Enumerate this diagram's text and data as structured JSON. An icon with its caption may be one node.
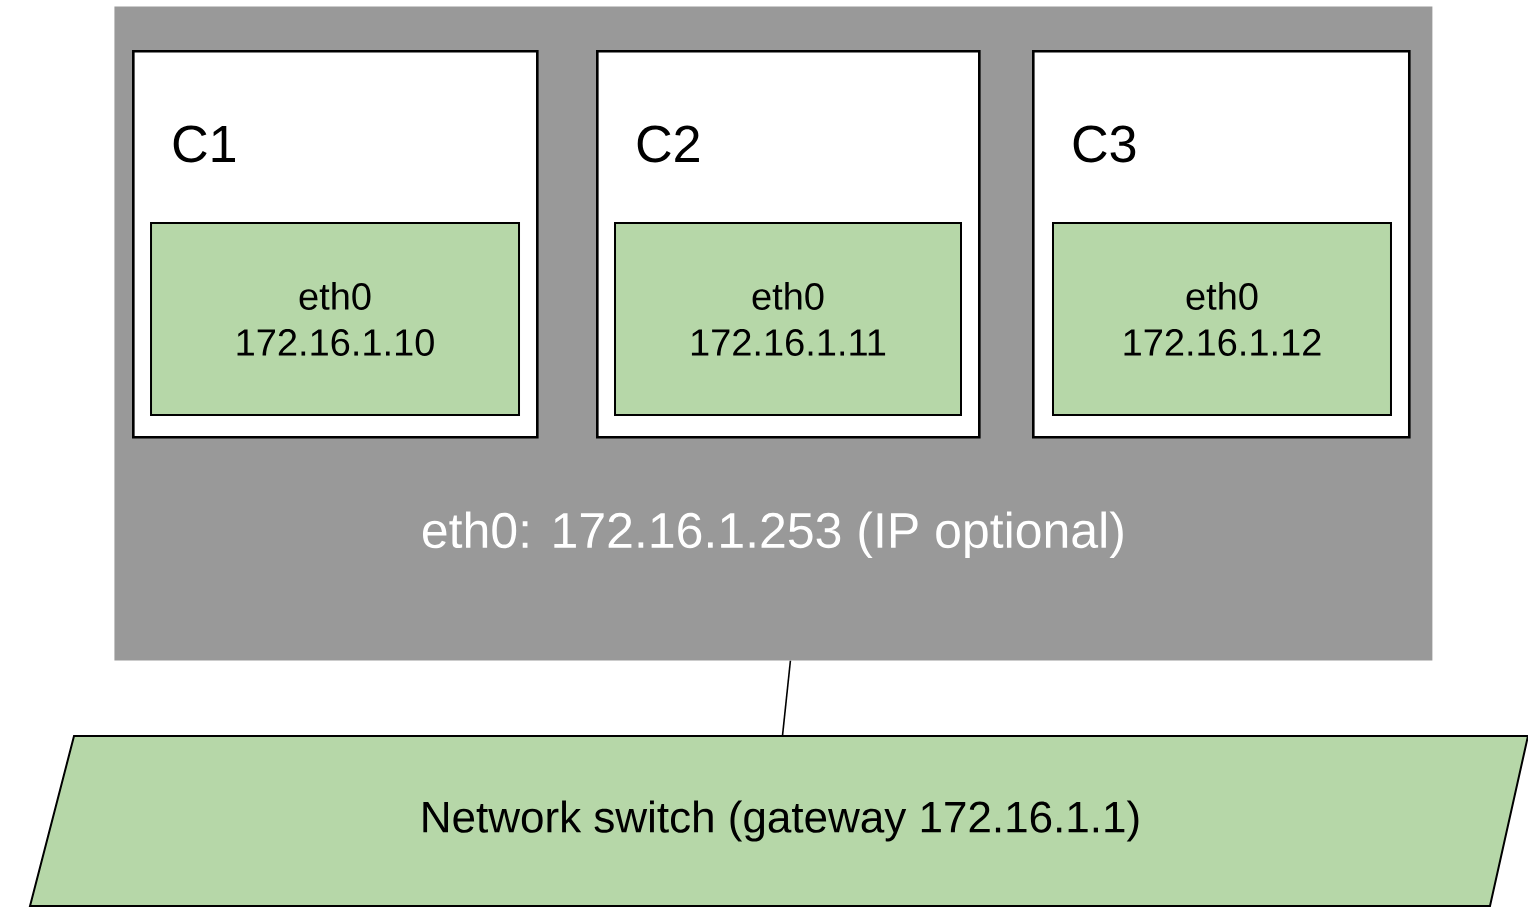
{
  "diagram": {
    "nodes": [
      {
        "text": [
          "eth0: 172.16.1.253 (IP optional)"
        ]
      },
      {
        "text": [
          "C1"
        ],
        "in": 0
      },
      {
        "text": [
          "eth0",
          "172.16.1.10"
        ],
        "in": 1
      },
      {
        "text": [
          "C2"
        ],
        "in": 0
      },
      {
        "text": [
          "eth0",
          "172.16.1.11"
        ],
        "in": 3
      },
      {
        "text": [
          "C3"
        ],
        "in": 0
      },
      {
        "text": [
          "eth0",
          "172.16.1.12"
        ],
        "in": 5
      },
      {
        "text": [
          "Network switch (gateway 172.16.1.1)"
        ]
      }
    ],
    "edges": [
      {
        "from": 0,
        "to": 7,
        "arrow": "none"
      }
    ]
  }
}
